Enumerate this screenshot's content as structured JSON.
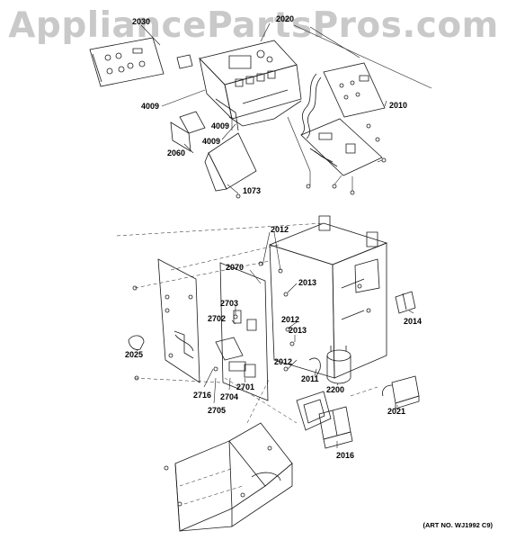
{
  "watermark": "AppliancePartsPros.com",
  "art_number": "(ART NO. WJ1992 C9)",
  "callouts": [
    "2030",
    "2020",
    "4009",
    "4009",
    "2010",
    "2060",
    "4009",
    "1073",
    "2012",
    "2070",
    "2013",
    "2703",
    "2702",
    "2012",
    "2013",
    "2014",
    "2025",
    "2012",
    "2011",
    "2200",
    "2716",
    "2701",
    "2704",
    "2705",
    "2021",
    "2016"
  ],
  "colors": {
    "line": "#1a1a1a",
    "watermark": "#c9c9c9"
  }
}
